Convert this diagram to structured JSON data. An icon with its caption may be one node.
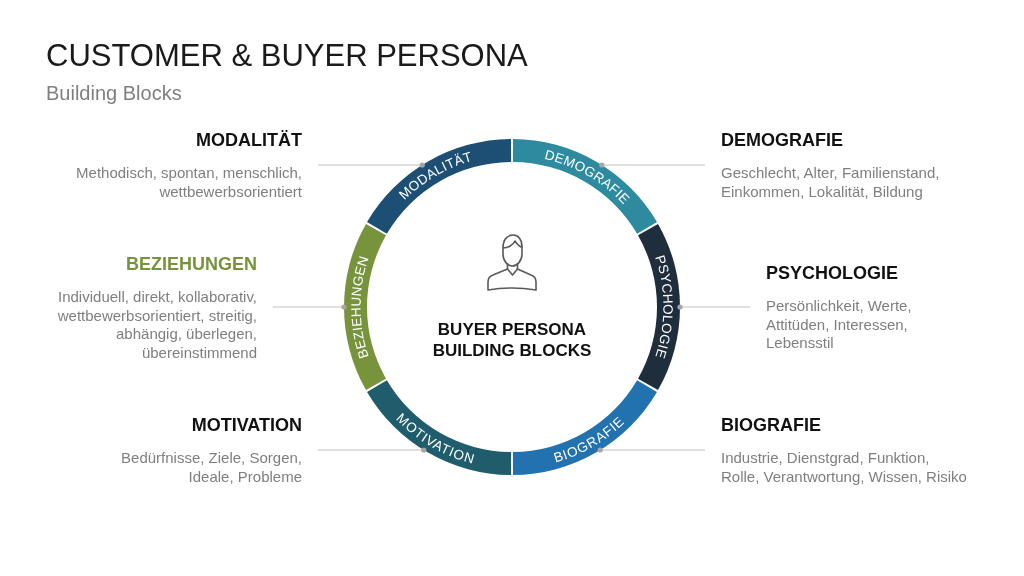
{
  "diagram": {
    "title": "CUSTOMER & BUYER PERSONA",
    "nodes": [
      {
        "text": [
          "MODALITÄT",
          "Methodisch, spontan, menschlich, wettbewerbsorientiert"
        ]
      },
      {
        "text": [
          "DEMOGRAFIE",
          "Geschlecht, Alter, Familienstand, Einkommen, Lokalität, Bildung"
        ]
      },
      {
        "text": [
          "BEZIEHUNGEN",
          "Individuell, direkt, kollaborativ, wettbewerbsorientiert, streitig, abhängig, überlegen, übereinstimmend"
        ]
      },
      {
        "text": [
          "PSYCHOLOGIE",
          "Persönlichkeit, Werte, Attitüden, Interessen, Lebensstil"
        ]
      },
      {
        "text": [
          "MOTIVATION",
          "Bedürfnisse, Ziele, Sorgen, Ideale, Probleme"
        ]
      },
      {
        "text": [
          "BIOGRAFIE",
          "Industrie, Dienstgrad, Funktion, Rolle, Verantwortung, Wissen, Risiko"
        ]
      },
      {
        "text": [
          "MODALITÄT"
        ]
      },
      {
        "text": [
          "DEMOGRAFIE"
        ]
      },
      {
        "text": [
          "BEZIEHUNGEN"
        ]
      },
      {
        "text": [
          "PSYCHOLOGIE"
        ]
      },
      {
        "text": [
          "MOTIVATION"
        ]
      },
      {
        "text": [
          "BIOGRAFIE"
        ]
      }
    ],
    "edges": [
      {
        "from": 0,
        "to": 6,
        "arrow": "other"
      },
      {
        "from": 1,
        "to": 7,
        "arrow": "other"
      },
      {
        "from": 2,
        "to": 8,
        "arrow": "other"
      },
      {
        "from": 3,
        "to": 9,
        "arrow": "other"
      },
      {
        "from": 4,
        "to": 10,
        "arrow": "other"
      },
      {
        "from": 5,
        "to": 11,
        "arrow": "other"
      }
    ],
    "labels": [
      "Building Blocks",
      "BUYER PERSONA BUILDING BLOCKS"
    ]
  }
}
